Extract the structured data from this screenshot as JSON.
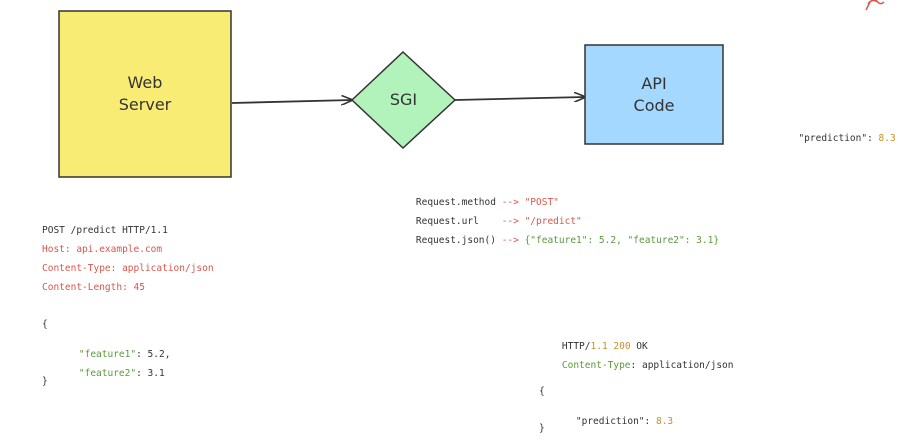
{
  "diagram": {
    "nodes": {
      "web_server": {
        "label_line1": "Web",
        "label_line2": "Server",
        "fill": "#f8ec74"
      },
      "sgi": {
        "label": "SGI",
        "fill": "#b2f2bb"
      },
      "api_code": {
        "label_line1": "API",
        "label_line2": "Code",
        "fill": "#a5d8ff"
      }
    }
  },
  "prediction_note": {
    "key": "\"prediction\"",
    "colon": ": ",
    "value": "8.3"
  },
  "wsgi_mapping": [
    {
      "lhs": "Request.method ",
      "arrow": "-->",
      "rhs": " \"POST\""
    },
    {
      "lhs": "Request.url    ",
      "arrow": "-->",
      "rhs": " \"/predict\""
    },
    {
      "lhs": "Request.json() ",
      "arrow": "-->",
      "rhs": " {\"feature1\": 5.2, \"feature2\": 3.1}"
    }
  ],
  "http_request": {
    "request_line": "POST /predict HTTP/1.1",
    "headers": [
      {
        "text": "Host: api.example.com"
      },
      {
        "text": "Content-Type: application/json"
      },
      {
        "text": "Content-Length: 45"
      }
    ],
    "body_open": "{",
    "body_lines": [
      {
        "key": "\"feature1\"",
        "rest": ": 5.2,"
      },
      {
        "key": "\"feature2\"",
        "rest": ": 3.1"
      }
    ],
    "body_close": "}"
  },
  "http_response": {
    "status_proto": "HTTP/",
    "status_version": "1.1",
    "status_space": " ",
    "status_code": "200",
    "status_text": " OK",
    "header_name": "Content-Type",
    "header_value": ": application/json",
    "body_open": "{",
    "body_key": "\"prediction\"",
    "body_colon": ": ",
    "body_value": "8.3",
    "body_close": "}"
  },
  "colors": {
    "red": "#d9564b",
    "green": "#5a9a3c",
    "orange": "#c7902a"
  }
}
